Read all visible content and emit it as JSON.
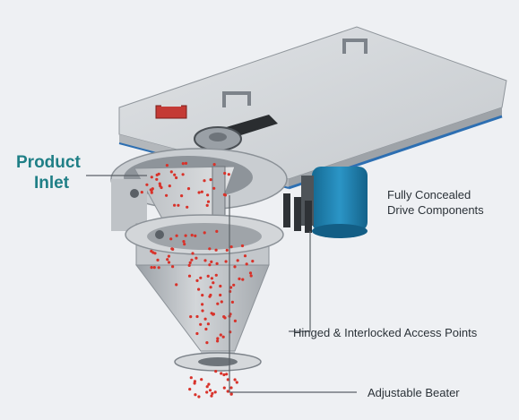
{
  "labels": {
    "product_inlet_line1": "Product",
    "product_inlet_line2": "Inlet",
    "drive_line1": "Fully Concealed",
    "drive_line2": "Drive Components",
    "access_points": "Hinged & Interlocked Access Points",
    "beater": "Adjustable Beater"
  },
  "colors": {
    "background": "#eef0f3",
    "accent_teal": "#1f7f86",
    "particles": "#d8322a",
    "motor_blue": "#1f86b8",
    "steel_light": "#cfd3d7",
    "steel_mid": "#aeb3b8",
    "steel_dark": "#7d838a",
    "leader_line": "#5b6167",
    "blue_trim": "#2d6fb2"
  }
}
